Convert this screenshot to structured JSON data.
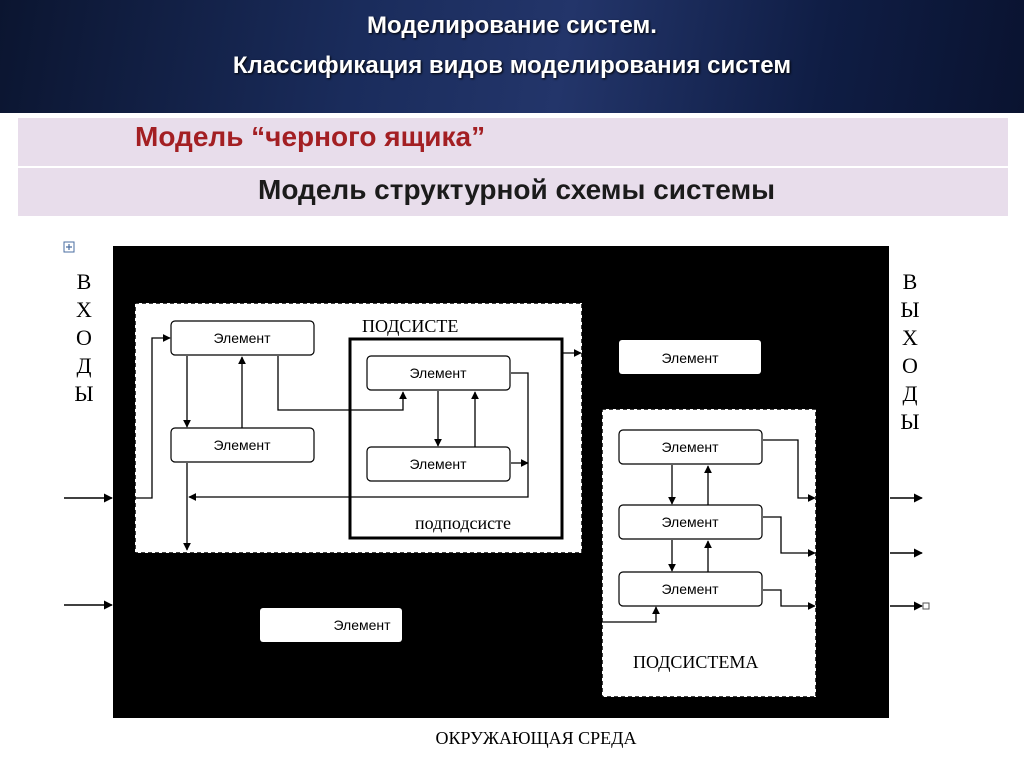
{
  "header": {
    "title": "Моделирование систем.",
    "subtitle": "Классификация видов моделирования систем"
  },
  "bands": {
    "black_box": "Модель “черного ящика”",
    "structural": "Модель структурной схемы системы"
  },
  "diagram": {
    "inputs_label": [
      "В",
      "Х",
      "О",
      "Д",
      "Ы"
    ],
    "outputs_label": [
      "В",
      "Ы",
      "Х",
      "О",
      "Д",
      "Ы"
    ],
    "element": "Элемент",
    "subsystem_top": "ПОДСИСТЕ",
    "subsubsystem": "подподсисте",
    "subsystem_right": "ПОДСИСТЕМА",
    "environment": "ОКРУЖАЮЩАЯ СРЕДА"
  },
  "colors": {
    "title_red": "#a31f23",
    "band_bg": "#e8ddeb",
    "diagram_bg": "#000000"
  }
}
